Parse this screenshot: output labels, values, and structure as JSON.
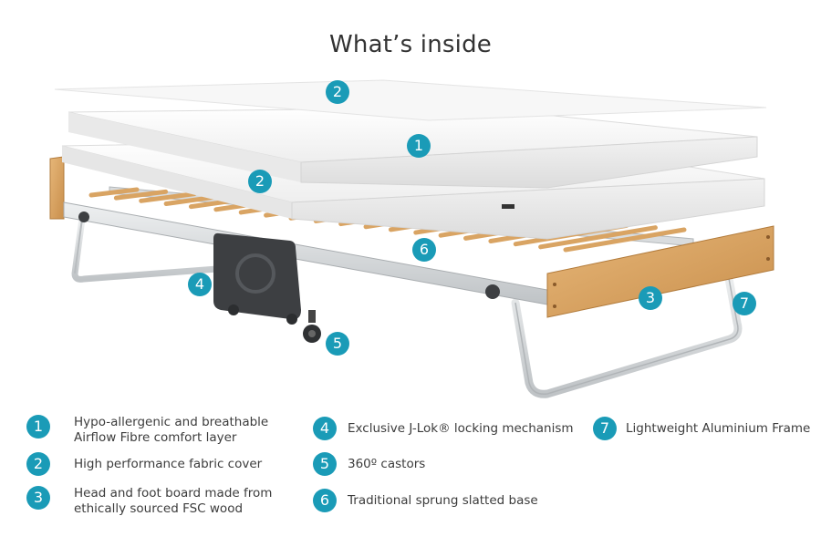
{
  "title": "What’s inside",
  "colors": {
    "accent": "#1a9bb7",
    "wood": "#d9a463",
    "frame": "#d6d8da",
    "mattress": "#f4f4f4"
  },
  "callouts": [
    {
      "number": "2"
    },
    {
      "number": "1"
    },
    {
      "number": "2"
    },
    {
      "number": "6"
    },
    {
      "number": "4"
    },
    {
      "number": "3"
    },
    {
      "number": "7"
    },
    {
      "number": "5"
    }
  ],
  "legend": [
    {
      "number": "1",
      "text": "Hypo-allergenic and breathable\nAirflow Fibre comfort layer"
    },
    {
      "number": "2",
      "text": "High performance fabric cover"
    },
    {
      "number": "3",
      "text": "Head and foot board made from\nethically sourced FSC wood"
    },
    {
      "number": "4",
      "text": "Exclusive J-Lok® locking mechanism"
    },
    {
      "number": "5",
      "text": "360º castors"
    },
    {
      "number": "6",
      "text": "Traditional sprung slatted base"
    },
    {
      "number": "7",
      "text": "Lightweight Aluminium Frame"
    }
  ]
}
